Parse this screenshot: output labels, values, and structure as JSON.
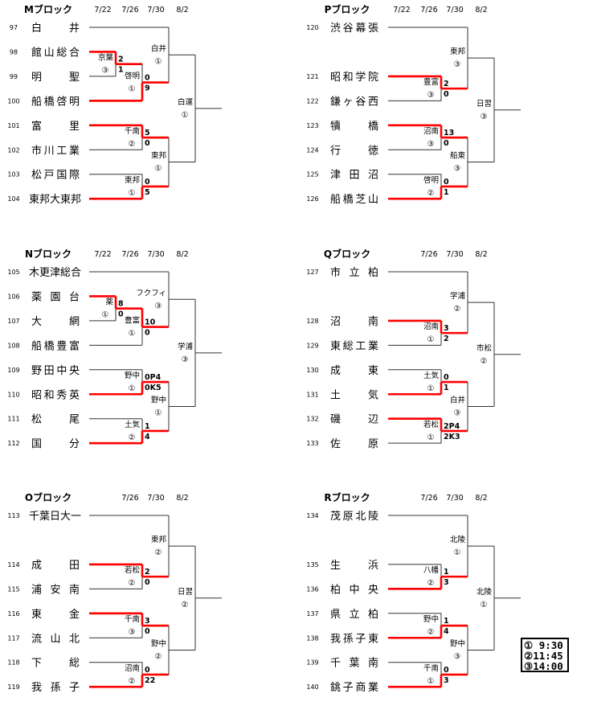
{
  "colors": {
    "line": "#333333",
    "win": "#ff0000",
    "text": "#000000"
  },
  "legend": [
    "① 9:30",
    "②11:45",
    "③14:00"
  ],
  "blocks": [
    {
      "id": "M",
      "title": "Mブロック",
      "dates": [
        "7/22",
        "7/26",
        "7/30",
        "8/2"
      ],
      "teams": [
        {
          "no": "97",
          "name": "白井"
        },
        {
          "no": "98",
          "name": "館山総合"
        },
        {
          "no": "99",
          "name": "明聖"
        },
        {
          "no": "100",
          "name": "船橋啓明"
        },
        {
          "no": "101",
          "name": "富里"
        },
        {
          "no": "102",
          "name": "市川工業"
        },
        {
          "no": "103",
          "name": "松戸国際"
        },
        {
          "no": "104",
          "name": "東邦大東邦"
        }
      ],
      "slots": [
        0,
        1,
        2,
        3,
        4,
        5,
        6,
        7
      ],
      "matches": [
        {
          "round": 0,
          "src": [
            "t1",
            "t2"
          ],
          "venue": "京葉",
          "slot": "③",
          "scores": [
            "2",
            "1"
          ],
          "winner": 0
        },
        {
          "round": 1,
          "src": [
            "m0",
            "t3"
          ],
          "venue": "啓明",
          "slot": "①",
          "scores": [
            "0",
            "9"
          ],
          "winner": 1
        },
        {
          "round": 1,
          "src": [
            "t4",
            "t5"
          ],
          "venue": "千南",
          "slot": "②",
          "scores": [
            "5",
            "0"
          ],
          "winner": 0
        },
        {
          "round": 1,
          "src": [
            "t6",
            "t7"
          ],
          "venue": "東邦",
          "slot": "①",
          "scores": [
            "0",
            "5"
          ],
          "winner": 1
        },
        {
          "round": 2,
          "src": [
            "t0",
            "m1"
          ],
          "venue": "白井",
          "slot": "①",
          "scores": null,
          "winner": null
        },
        {
          "round": 2,
          "src": [
            "m2",
            "m3"
          ],
          "venue": "東邦",
          "slot": "①",
          "scores": null,
          "winner": null
        },
        {
          "round": 3,
          "src": [
            "m4",
            "m5"
          ],
          "venue": "白運",
          "slot": "①",
          "scores": null,
          "winner": null
        }
      ]
    },
    {
      "id": "N",
      "title": "Nブロック",
      "dates": [
        "7/22",
        "7/26",
        "7/30",
        "8/2"
      ],
      "teams": [
        {
          "no": "105",
          "name": "木更津総合"
        },
        {
          "no": "106",
          "name": "薬園台"
        },
        {
          "no": "107",
          "name": "大網"
        },
        {
          "no": "108",
          "name": "船橋豊富"
        },
        {
          "no": "109",
          "name": "野田中央"
        },
        {
          "no": "110",
          "name": "昭和秀英"
        },
        {
          "no": "111",
          "name": "松尾"
        },
        {
          "no": "112",
          "name": "国分"
        }
      ],
      "slots": [
        0,
        1,
        2,
        3,
        4,
        5,
        6,
        7
      ],
      "matches": [
        {
          "round": 0,
          "src": [
            "t1",
            "t2"
          ],
          "venue": "薬",
          "slot": "①",
          "scores": [
            "8",
            "0"
          ],
          "winner": 0
        },
        {
          "round": 1,
          "src": [
            "m0",
            "t3"
          ],
          "venue": "豊富",
          "slot": "①",
          "scores": [
            "10",
            "0"
          ],
          "winner": 0
        },
        {
          "round": 1,
          "src": [
            "t4",
            "t5"
          ],
          "venue": "野中",
          "slot": "①",
          "scores": [
            "0P4",
            "0K5"
          ],
          "winner": 1
        },
        {
          "round": 1,
          "src": [
            "t6",
            "t7"
          ],
          "venue": "土気",
          "slot": "②",
          "scores": [
            "1",
            "4"
          ],
          "winner": 1
        },
        {
          "round": 2,
          "src": [
            "t0",
            "m1"
          ],
          "venue": "フクフィ",
          "slot": "③",
          "scores": null,
          "winner": null
        },
        {
          "round": 2,
          "src": [
            "m2",
            "m3"
          ],
          "venue": "野中",
          "slot": "①",
          "scores": null,
          "winner": null
        },
        {
          "round": 3,
          "src": [
            "m4",
            "m5"
          ],
          "venue": "学浦",
          "slot": "③",
          "scores": null,
          "winner": null
        }
      ]
    },
    {
      "id": "O",
      "title": "Oブロック",
      "dates": [
        "7/26",
        "7/30",
        "8/2"
      ],
      "teams": [
        {
          "no": "113",
          "name": "千葉日大一"
        },
        {
          "no": "114",
          "name": "成田"
        },
        {
          "no": "115",
          "name": "浦安南"
        },
        {
          "no": "116",
          "name": "東金"
        },
        {
          "no": "117",
          "name": "流山北"
        },
        {
          "no": "118",
          "name": "下総"
        },
        {
          "no": "119",
          "name": "我孫子"
        }
      ],
      "slots": [
        0,
        2,
        3,
        4,
        5,
        6,
        7
      ],
      "matches": [
        {
          "round": 1,
          "src": [
            "t1",
            "t2"
          ],
          "venue": "若松",
          "slot": "②",
          "scores": [
            "2",
            "0"
          ],
          "winner": 0
        },
        {
          "round": 1,
          "src": [
            "t3",
            "t4"
          ],
          "venue": "千南",
          "slot": "③",
          "scores": [
            "3",
            "0"
          ],
          "winner": 0
        },
        {
          "round": 1,
          "src": [
            "t5",
            "t6"
          ],
          "venue": "沼南",
          "slot": "②",
          "scores": [
            "0",
            "22"
          ],
          "winner": 1
        },
        {
          "round": 2,
          "src": [
            "t0",
            "m0"
          ],
          "venue": "東邦",
          "slot": "②",
          "scores": null,
          "winner": null
        },
        {
          "round": 2,
          "src": [
            "m1",
            "m2"
          ],
          "venue": "野中",
          "slot": "②",
          "scores": null,
          "winner": null
        },
        {
          "round": 3,
          "src": [
            "m3",
            "m4"
          ],
          "venue": "日習",
          "slot": "②",
          "scores": null,
          "winner": null
        }
      ]
    },
    {
      "id": "P",
      "title": "Pブロック",
      "dates": [
        "7/22",
        "7/26",
        "7/30",
        "8/2"
      ],
      "teams": [
        {
          "no": "120",
          "name": "渋谷幕張"
        },
        {
          "no": "121",
          "name": "昭和学院"
        },
        {
          "no": "122",
          "name": "鎌ヶ谷西"
        },
        {
          "no": "123",
          "name": "犢橋"
        },
        {
          "no": "124",
          "name": "行徳"
        },
        {
          "no": "125",
          "name": "津田沼"
        },
        {
          "no": "126",
          "name": "船橋芝山"
        }
      ],
      "slots": [
        0,
        2,
        3,
        4,
        5,
        6,
        7
      ],
      "matches": [
        {
          "round": 1,
          "src": [
            "t1",
            "t2"
          ],
          "venue": "豊富",
          "slot": "③",
          "scores": [
            "2",
            "0"
          ],
          "winner": 0
        },
        {
          "round": 1,
          "src": [
            "t3",
            "t4"
          ],
          "venue": "沼南",
          "slot": "③",
          "scores": [
            "13",
            "0"
          ],
          "winner": 0
        },
        {
          "round": 1,
          "src": [
            "t5",
            "t6"
          ],
          "venue": "啓明",
          "slot": "②",
          "scores": [
            "0",
            "1"
          ],
          "winner": 1
        },
        {
          "round": 2,
          "src": [
            "t0",
            "m0"
          ],
          "venue": "東邦",
          "slot": "③",
          "scores": null,
          "winner": null
        },
        {
          "round": 2,
          "src": [
            "m1",
            "m2"
          ],
          "venue": "船東",
          "slot": "③",
          "scores": null,
          "winner": null
        },
        {
          "round": 3,
          "src": [
            "m3",
            "m4"
          ],
          "venue": "日習",
          "slot": "③",
          "scores": null,
          "winner": null
        }
      ]
    },
    {
      "id": "Q",
      "title": "Qブロック",
      "dates": [
        "7/26",
        "7/30",
        "8/2"
      ],
      "teams": [
        {
          "no": "127",
          "name": "市立柏"
        },
        {
          "no": "128",
          "name": "沼南"
        },
        {
          "no": "129",
          "name": "東総工業"
        },
        {
          "no": "130",
          "name": "成東"
        },
        {
          "no": "131",
          "name": "土気"
        },
        {
          "no": "132",
          "name": "磯辺"
        },
        {
          "no": "133",
          "name": "佐原"
        }
      ],
      "slots": [
        0,
        2,
        3,
        4,
        5,
        6,
        7
      ],
      "matches": [
        {
          "round": 1,
          "src": [
            "t1",
            "t2"
          ],
          "venue": "沼南",
          "slot": "①",
          "scores": [
            "3",
            "2"
          ],
          "winner": 0
        },
        {
          "round": 1,
          "src": [
            "t3",
            "t4"
          ],
          "venue": "土気",
          "slot": "①",
          "scores": [
            "0",
            "1"
          ],
          "winner": 1
        },
        {
          "round": 1,
          "src": [
            "t5",
            "t6"
          ],
          "venue": "若松",
          "slot": "①",
          "scores": [
            "2P4",
            "2K3"
          ],
          "winner": 0
        },
        {
          "round": 2,
          "src": [
            "t0",
            "m0"
          ],
          "venue": "学浦",
          "slot": "②",
          "scores": null,
          "winner": null
        },
        {
          "round": 2,
          "src": [
            "m1",
            "m2"
          ],
          "venue": "白井",
          "slot": "③",
          "scores": null,
          "winner": null
        },
        {
          "round": 3,
          "src": [
            "m3",
            "m4"
          ],
          "venue": "市松",
          "slot": "②",
          "scores": null,
          "winner": null
        }
      ]
    },
    {
      "id": "R",
      "title": "Rブロック",
      "dates": [
        "7/26",
        "7/30",
        "8/2"
      ],
      "teams": [
        {
          "no": "134",
          "name": "茂原北陵"
        },
        {
          "no": "135",
          "name": "生浜"
        },
        {
          "no": "136",
          "name": "柏中央"
        },
        {
          "no": "137",
          "name": "県立柏"
        },
        {
          "no": "138",
          "name": "我孫子東"
        },
        {
          "no": "139",
          "name": "千葉南"
        },
        {
          "no": "140",
          "name": "銚子商業"
        }
      ],
      "slots": [
        0,
        2,
        3,
        4,
        5,
        6,
        7
      ],
      "matches": [
        {
          "round": 1,
          "src": [
            "t1",
            "t2"
          ],
          "venue": "八幡",
          "slot": "②",
          "scores": [
            "1",
            "3"
          ],
          "winner": 1
        },
        {
          "round": 1,
          "src": [
            "t3",
            "t4"
          ],
          "venue": "野中",
          "slot": "②",
          "scores": [
            "1",
            "4"
          ],
          "winner": 1
        },
        {
          "round": 1,
          "src": [
            "t5",
            "t6"
          ],
          "venue": "千南",
          "slot": "①",
          "scores": [
            "0",
            "3"
          ],
          "winner": 1
        },
        {
          "round": 2,
          "src": [
            "t0",
            "m0"
          ],
          "venue": "北陵",
          "slot": "①",
          "scores": null,
          "winner": null
        },
        {
          "round": 2,
          "src": [
            "m1",
            "m2"
          ],
          "venue": "野中",
          "slot": "③",
          "scores": null,
          "winner": null
        },
        {
          "round": 3,
          "src": [
            "m3",
            "m4"
          ],
          "venue": "北陵",
          "slot": "①",
          "scores": null,
          "winner": null
        }
      ]
    }
  ]
}
